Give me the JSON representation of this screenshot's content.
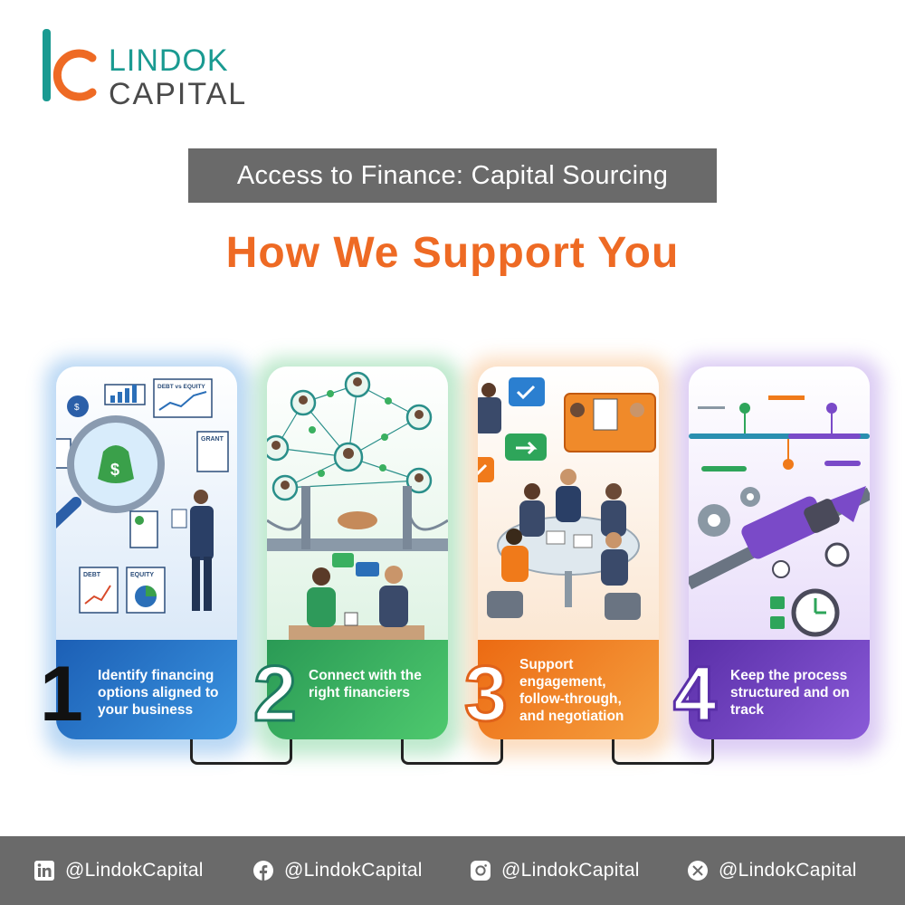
{
  "brand": {
    "name_line1": "LINDOK",
    "name_line2": "CAPITAL",
    "teal": "#1a9a91",
    "orange": "#ee6a24",
    "grey": "#6a6a6a"
  },
  "header": {
    "subtitle": "Access to Finance: Capital Sourcing",
    "title": "How We Support You"
  },
  "steps": [
    {
      "number": "1",
      "text": "Identify financing options aligned to your business",
      "color": "#1f6fc4",
      "icon": "magnifier-money-icon"
    },
    {
      "number": "2",
      "text": "Connect with the right financiers",
      "color": "#2ea55a",
      "icon": "network-handshake-icon"
    },
    {
      "number": "3",
      "text": "Support engagement, follow-through, and negotiation",
      "color": "#f07a1a",
      "icon": "meeting-table-icon"
    },
    {
      "number": "4",
      "text": "Keep the process structured and on track",
      "color": "#6b3fb5",
      "icon": "train-timeline-icon"
    }
  ],
  "art_labels": {
    "debt_vs_equity": "DEBT vs EQUITY",
    "grant": "GRANT",
    "debt": "DEBT",
    "equity": "EQUITY"
  },
  "footer": {
    "linkedin": "@LindokCapital",
    "facebook": "@LindokCapital",
    "instagram": "@LindokCapital",
    "x": "@LindokCapital"
  }
}
